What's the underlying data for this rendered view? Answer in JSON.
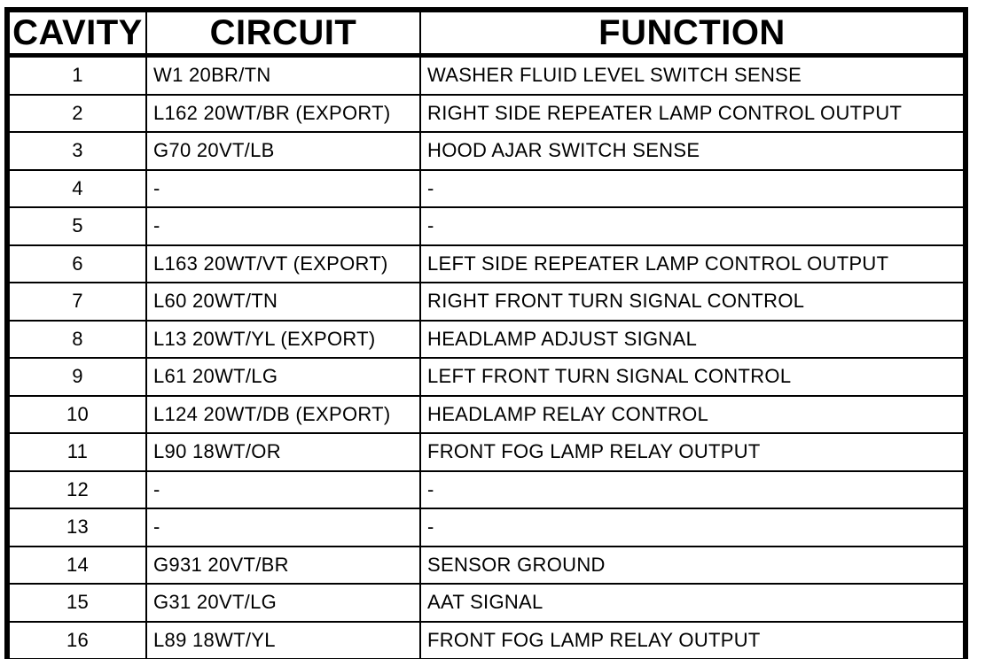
{
  "colors": {
    "border": "#000000",
    "background": "#ffffff",
    "text": "#000000"
  },
  "table": {
    "headers": [
      "CAVITY",
      "CIRCUIT",
      "FUNCTION"
    ],
    "rows": [
      {
        "cavity": "1",
        "circuit": "W1 20BR/TN",
        "function": "WASHER FLUID LEVEL SWITCH SENSE"
      },
      {
        "cavity": "2",
        "circuit": "L162 20WT/BR (EXPORT)",
        "function": "RIGHT SIDE REPEATER LAMP CONTROL OUTPUT"
      },
      {
        "cavity": "3",
        "circuit": "G70 20VT/LB",
        "function": "HOOD AJAR SWITCH SENSE"
      },
      {
        "cavity": "4",
        "circuit": "-",
        "function": "-"
      },
      {
        "cavity": "5",
        "circuit": "-",
        "function": "-"
      },
      {
        "cavity": "6",
        "circuit": "L163 20WT/VT (EXPORT)",
        "function": "LEFT SIDE REPEATER LAMP CONTROL OUTPUT"
      },
      {
        "cavity": "7",
        "circuit": "L60 20WT/TN",
        "function": "RIGHT FRONT TURN SIGNAL CONTROL"
      },
      {
        "cavity": "8",
        "circuit": "L13 20WT/YL (EXPORT)",
        "function": "HEADLAMP ADJUST SIGNAL"
      },
      {
        "cavity": "9",
        "circuit": "L61 20WT/LG",
        "function": "LEFT FRONT TURN SIGNAL CONTROL"
      },
      {
        "cavity": "10",
        "circuit": "L124 20WT/DB (EXPORT)",
        "function": "HEADLAMP RELAY CONTROL"
      },
      {
        "cavity": "11",
        "circuit": "L90 18WT/OR",
        "function": "FRONT FOG LAMP RELAY OUTPUT"
      },
      {
        "cavity": "12",
        "circuit": "-",
        "function": "-"
      },
      {
        "cavity": "13",
        "circuit": "-",
        "function": "-"
      },
      {
        "cavity": "14",
        "circuit": "G931 20VT/BR",
        "function": "SENSOR GROUND"
      },
      {
        "cavity": "15",
        "circuit": "G31 20VT/LG",
        "function": "AAT SIGNAL"
      },
      {
        "cavity": "16",
        "circuit": "L89 18WT/YL",
        "function": "FRONT FOG LAMP RELAY OUTPUT"
      }
    ]
  }
}
